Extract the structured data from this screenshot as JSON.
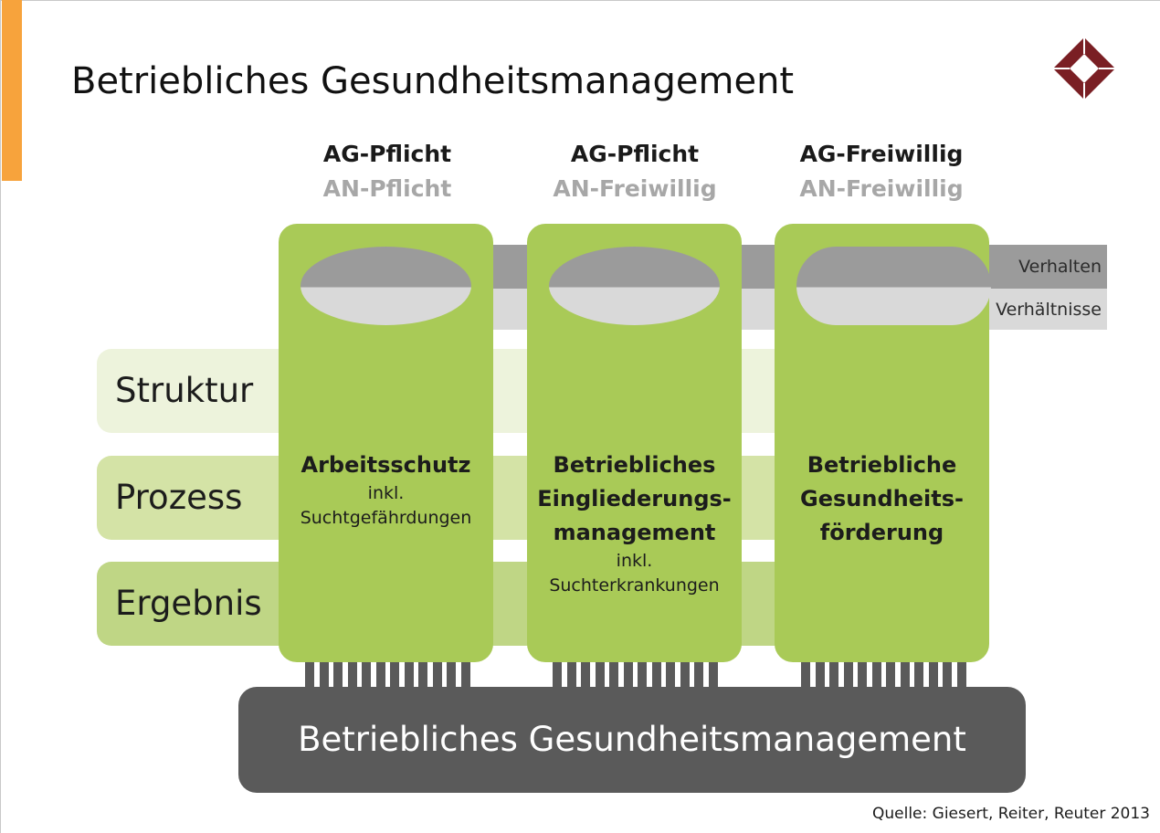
{
  "title": "Betriebliches Gesundheitsmanagement",
  "columns": [
    {
      "ag": "AG-Pflicht",
      "an": "AN-Pflicht"
    },
    {
      "ag": "AG-Pflicht",
      "an": "AN-Freiwillig"
    },
    {
      "ag": "AG-Freiwillig",
      "an": "AN-Freiwillig"
    }
  ],
  "bands": {
    "verhalten": "Verhalten",
    "verhaeltnisse": "Verhältnisse"
  },
  "rows": [
    "Struktur",
    "Prozess",
    "Ergebnis"
  ],
  "pillars": [
    {
      "main": [
        "Arbeitsschutz"
      ],
      "sub": [
        "inkl.",
        "Suchtgefährdungen"
      ]
    },
    {
      "main": [
        "Betriebliches",
        "Eingliederungs-",
        "management"
      ],
      "sub": [
        "inkl.",
        "Suchterkrankungen"
      ]
    },
    {
      "main": [
        "Betriebliche",
        "Gesundheits-",
        "förderung"
      ],
      "sub": []
    }
  ],
  "base_label": "Betriebliches Gesundheitsmanagement",
  "source": "Quelle: Giesert, Reiter, Reuter 2013",
  "colors": {
    "accent": "#f7a33c",
    "pillar_green": "#a9ca57",
    "row_light": "#edf3dc",
    "row_mid": "#d4e3a6",
    "row_dark": "#bfd685",
    "band_dark": "#9b9b9b",
    "band_light": "#d9d9d9",
    "base": "#5a5a5a",
    "logo": "#7a1f24"
  },
  "logo_icon": "diamond-logo-icon"
}
